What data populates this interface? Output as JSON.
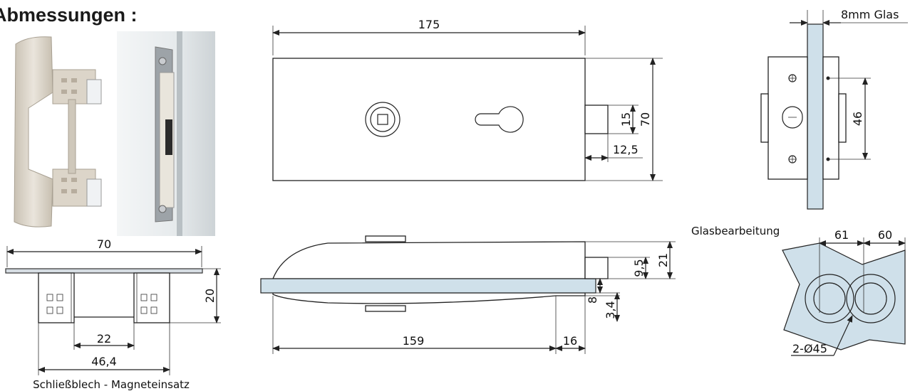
{
  "title": "Abmessungen :",
  "photos": {
    "left": "striker-plate-photo",
    "right": "mounted-striker-photo"
  },
  "striker_drawing": {
    "width_label": "70",
    "height_label": "20",
    "inner_label": "22",
    "outer_label": "46,4",
    "caption": "Schließblech - Magneteinsatz"
  },
  "front_view": {
    "length_label": "175",
    "height_label": "70",
    "bolt_label": "15",
    "bolt_offset_label": "12,5"
  },
  "side_view": {
    "glass_label": "8mm Glas",
    "hole_spacing_label": "46"
  },
  "top_view": {
    "length_label": "159",
    "end_label": "16",
    "total_height_label": "21",
    "upper_label": "9,5",
    "glass_label": "8",
    "lower_label": "3,4"
  },
  "glass_processing": {
    "title": "Glasbearbeitung",
    "a_label": "61",
    "b_label": "60",
    "holes_label": "2-Ø45"
  },
  "colors": {
    "glass": "#cfe0ea",
    "plate": "#d6dde3",
    "line": "#222222"
  }
}
